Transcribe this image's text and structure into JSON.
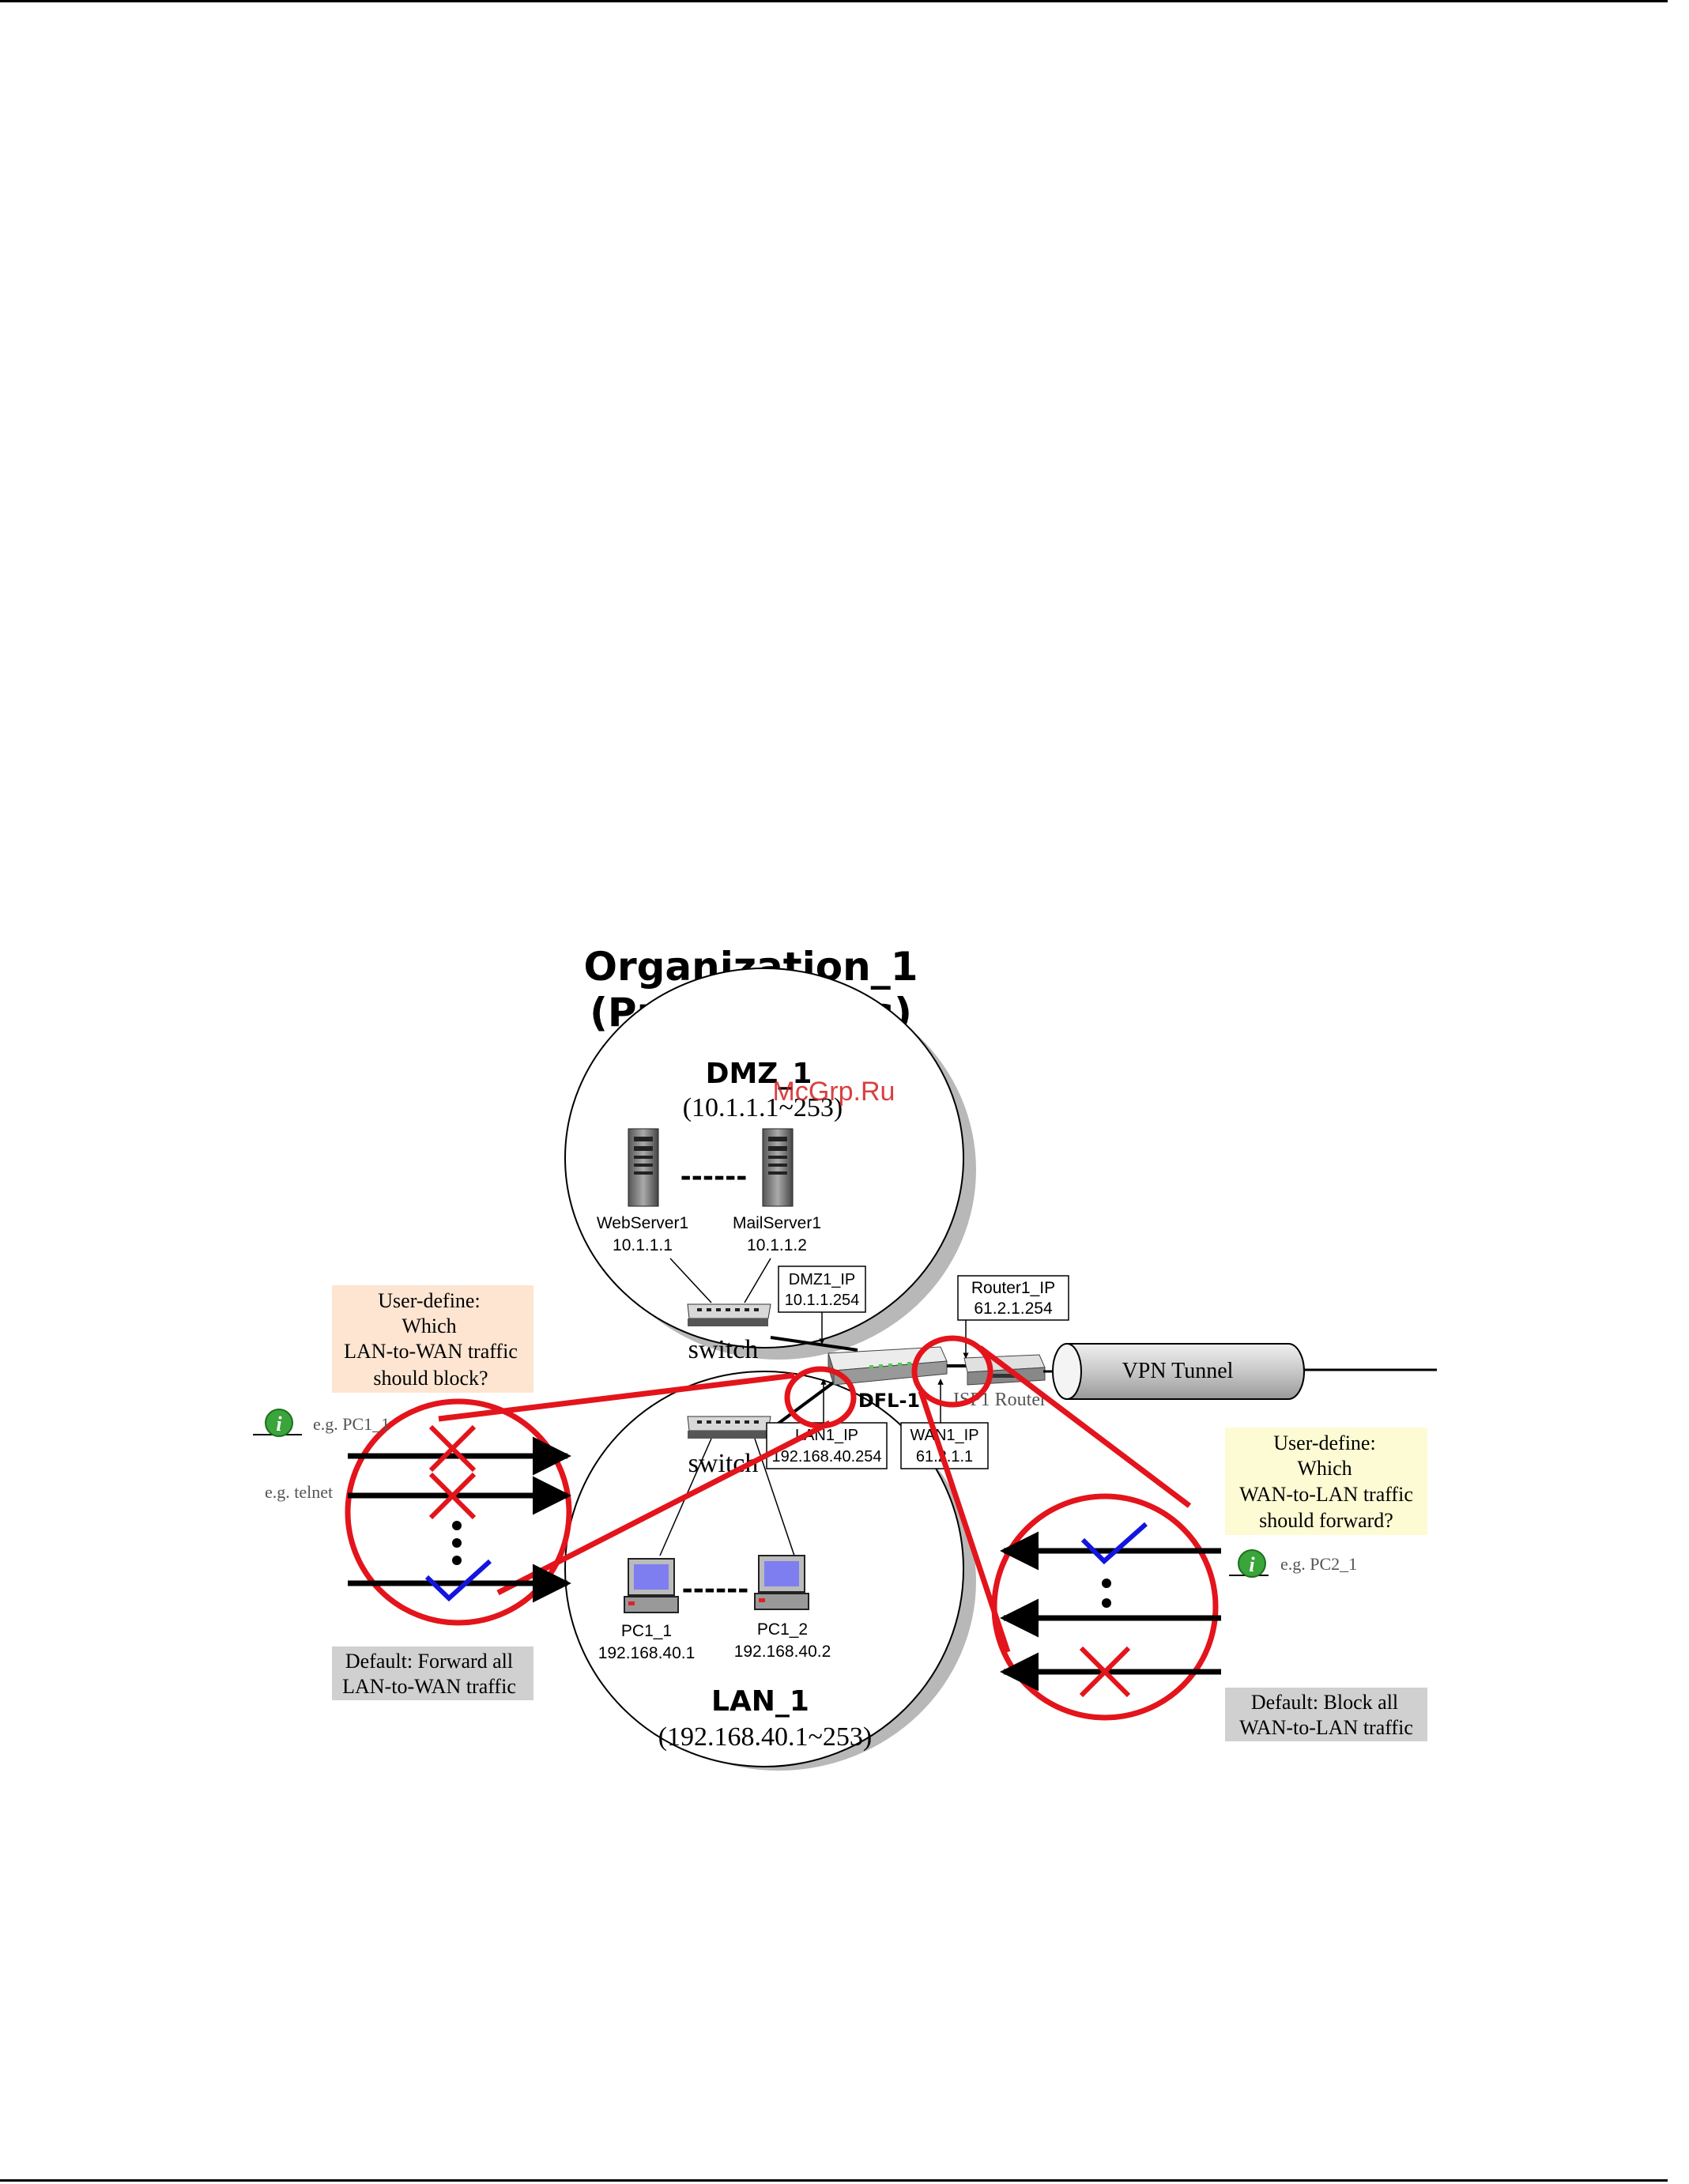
{
  "diagram": {
    "title_line1": "Organization_1",
    "title_line2": "(Private LANs)",
    "watermark": "McGrp.Ru",
    "dmz": {
      "name": "DMZ_1",
      "range": "(10.1.1.1~253)",
      "dots": "------",
      "web_server_name": "WebServer1",
      "web_server_ip": "10.1.1.1",
      "mail_server_name": "MailServer1",
      "mail_server_ip": "10.1.1.2",
      "switch_label": "switch",
      "ip_label_name": "DMZ1_IP",
      "ip_label_value": "10.1.1.254"
    },
    "lan": {
      "name": "LAN_1",
      "range": "(192.168.40.1~253)",
      "dots": "------",
      "switch_label": "switch",
      "pc1_name": "PC1_1",
      "pc1_ip": "192.168.40.1",
      "pc2_name": "PC1_2",
      "pc2_ip": "192.168.40.2",
      "ip_label_name": "LAN1_IP",
      "ip_label_value": "192.168.40.254"
    },
    "wan": {
      "ip_label_name": "WAN1_IP",
      "ip_label_value": "61.2.1.1",
      "router_ip_name": "Router1_IP",
      "router_ip_value": "61.2.1.254",
      "router_label": "ISP1 Router",
      "firewall_label": "DFL-1",
      "tunnel_label": "VPN Tunnel"
    },
    "left_panel": {
      "user_define_line1": "User-define:",
      "user_define_line2": "Which",
      "user_define_line3": "LAN-to-WAN traffic",
      "user_define_line4": "should block?",
      "example1": "e.g. PC1_1",
      "example2": "e.g. telnet",
      "default_line1": "Default: Forward all",
      "default_line2": "LAN-to-WAN traffic"
    },
    "right_panel": {
      "user_define_line1": "User-define:",
      "user_define_line2": "Which",
      "user_define_line3": "WAN-to-LAN traffic",
      "user_define_line4": "should forward?",
      "example1": "e.g. PC2_1",
      "default_line1": "Default: Block all",
      "default_line2": "WAN-to-LAN traffic"
    },
    "info_icon_glyph": "i",
    "colors": {
      "red": "#e3141b",
      "blue": "#1414e0",
      "peach_box": "#fde5d2",
      "yellow_box": "#fdfbd4",
      "gray_box": "#d0d0d0",
      "info_green": "#3aa53a"
    }
  }
}
